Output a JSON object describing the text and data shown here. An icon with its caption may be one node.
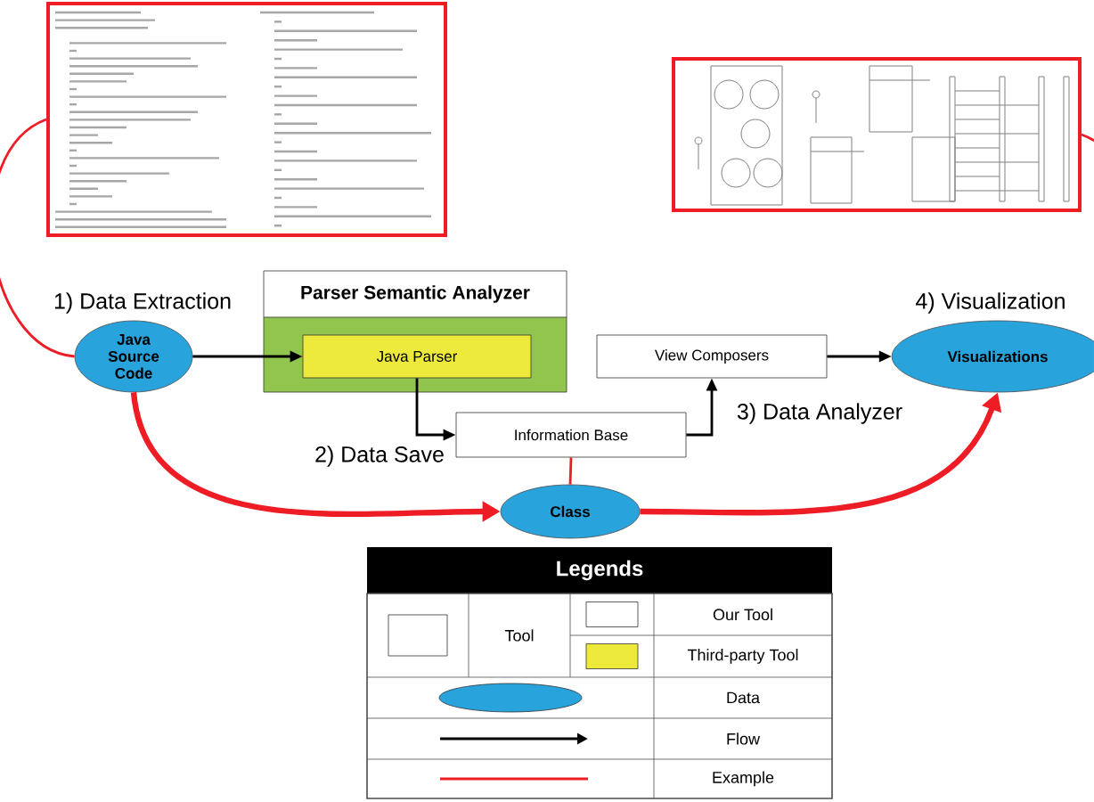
{
  "diagram": {
    "nodes": [
      {
        "text": [],
        "shape": "picture"
      },
      {
        "text": [],
        "shape": "picture"
      },
      {
        "text": [
          "Java Source Code"
        ]
      },
      {
        "text": [
          "Parser Semantic Analyzer"
        ]
      },
      {
        "text": [
          "Java Parser"
        ],
        "in": 3
      },
      {
        "text": [
          "View Composers"
        ]
      },
      {
        "text": [
          "Visualizations"
        ]
      },
      {
        "text": [
          "Information Base"
        ]
      },
      {
        "text": [
          "Class"
        ]
      }
    ],
    "edges": [
      {
        "from": 0,
        "to": 2,
        "arrow": "none",
        "color": "#ee1c24"
      },
      {
        "from": 1,
        "to": 6,
        "arrow": "none",
        "color": "#ee1c24"
      },
      {
        "from": 2,
        "to": 4,
        "arrow": "to",
        "color": "#000000"
      },
      {
        "from": 4,
        "to": 7,
        "arrow": "to",
        "color": "#000000"
      },
      {
        "from": 7,
        "to": 5,
        "arrow": "to",
        "color": "#000000"
      },
      {
        "from": 5,
        "to": 6,
        "arrow": "to",
        "color": "#000000"
      },
      {
        "from": 2,
        "to": 8,
        "arrow": "to",
        "style": "thick",
        "color": "#ee1c24"
      },
      {
        "from": 8,
        "to": 6,
        "arrow": "to",
        "style": "thick",
        "color": "#ee1c24"
      },
      {
        "from": 7,
        "to": 8,
        "arrow": "none",
        "color": "#ee1c24"
      }
    ],
    "labels": [
      "1) Data Extraction",
      "4) Visualization",
      "3) Data Analyzer",
      "2) Data Save",
      "Legends",
      "Tool"
    ],
    "legend": [
      {
        "text": "Our Tool"
      },
      {
        "text": "Third-party Tool",
        "color": "#eeea3c"
      },
      {
        "text": "Data",
        "color": "#29a3dc"
      },
      {
        "text": "Flow"
      },
      {
        "text": "Example"
      }
    ]
  }
}
